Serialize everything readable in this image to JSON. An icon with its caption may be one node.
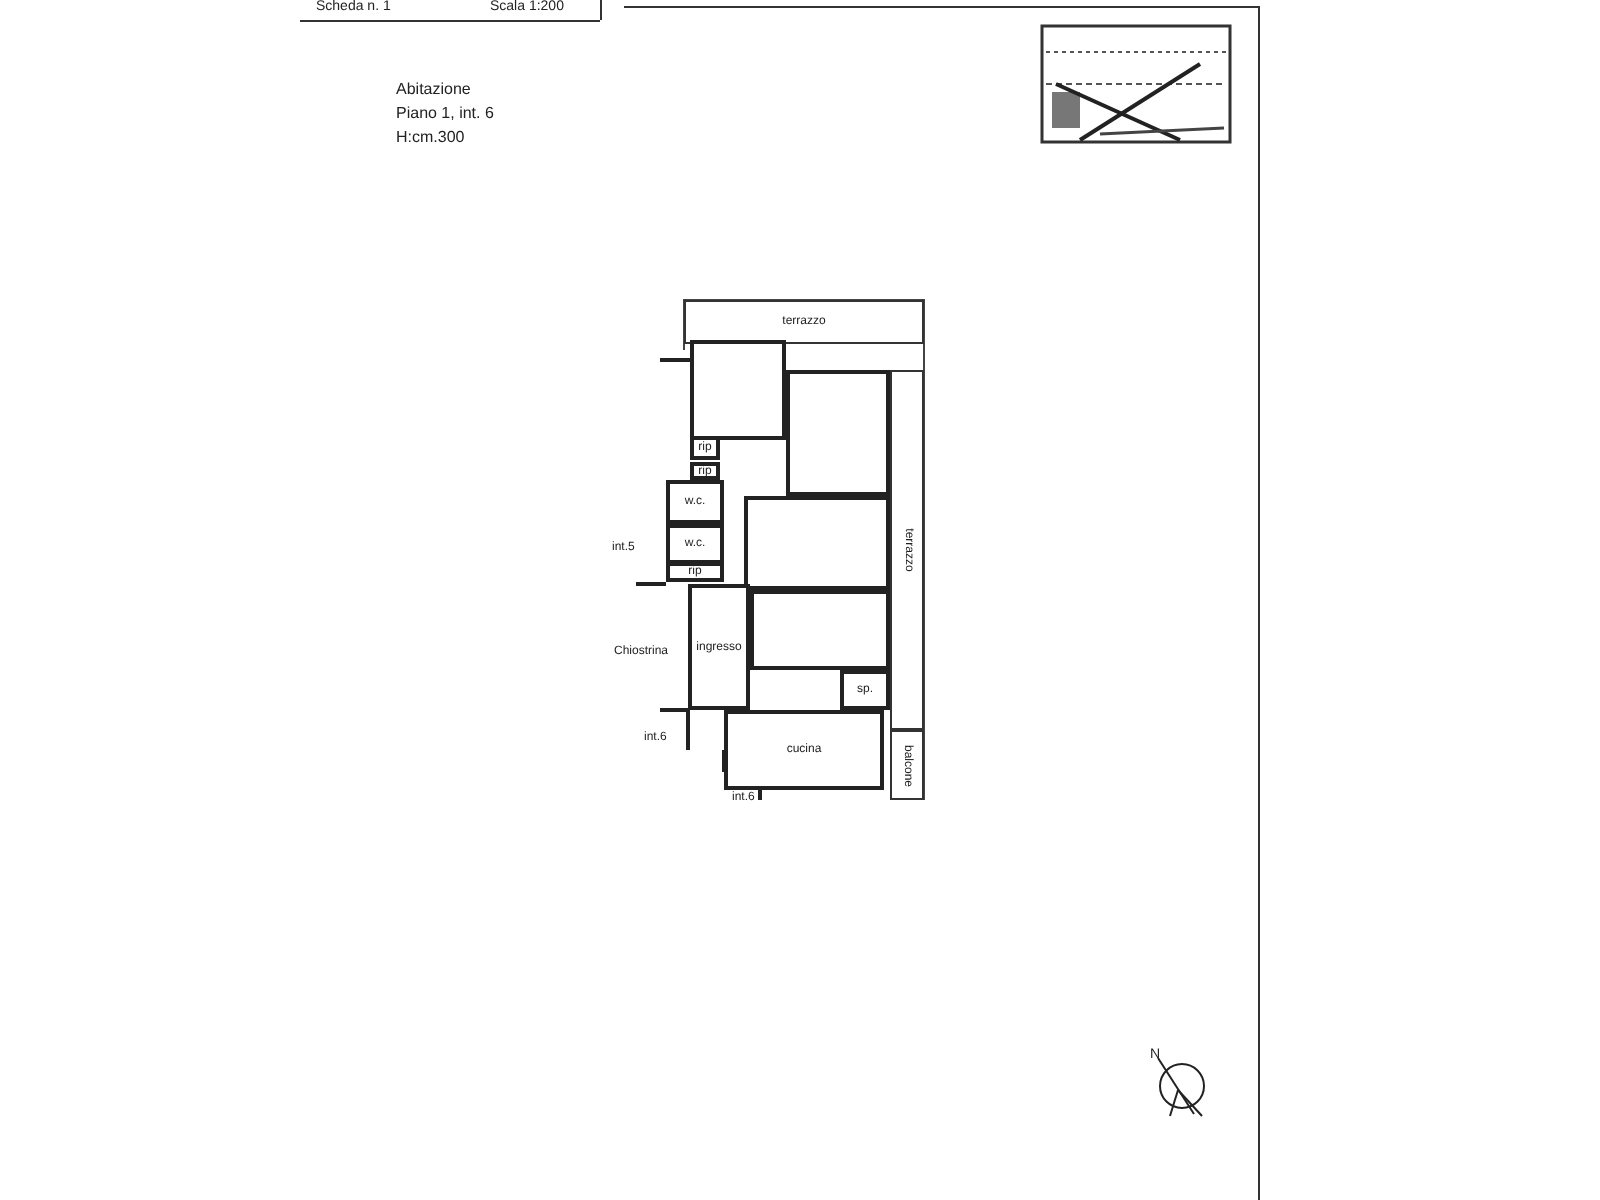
{
  "diagram": {
    "nodes": [
      {
        "text": [
          "terrazzo"
        ]
      },
      {
        "text": [
          "terrazzo"
        ]
      },
      {
        "text": [],
        "shape": "box"
      },
      {
        "text": [],
        "shape": "box"
      },
      {
        "text": [
          "rip"
        ]
      },
      {
        "text": [
          "rip"
        ]
      },
      {
        "text": [
          "w.c."
        ]
      },
      {
        "text": [
          "w.c."
        ]
      },
      {
        "text": [
          "rip"
        ]
      },
      {
        "text": [],
        "shape": "box"
      },
      {
        "text": [
          "ingresso"
        ]
      },
      {
        "text": [],
        "shape": "box"
      },
      {
        "text": [
          "sp."
        ]
      },
      {
        "text": [
          "cucina"
        ]
      },
      {
        "text": [
          "balcone"
        ]
      }
    ],
    "edges": [],
    "labels": [
      "Scheda n. 1",
      "Scala 1:200",
      "Abitazione",
      "Piano 1, int. 6",
      "H:cm.300",
      "int.5",
      "Chiostrina",
      "int.6",
      "int.6",
      "N"
    ]
  }
}
